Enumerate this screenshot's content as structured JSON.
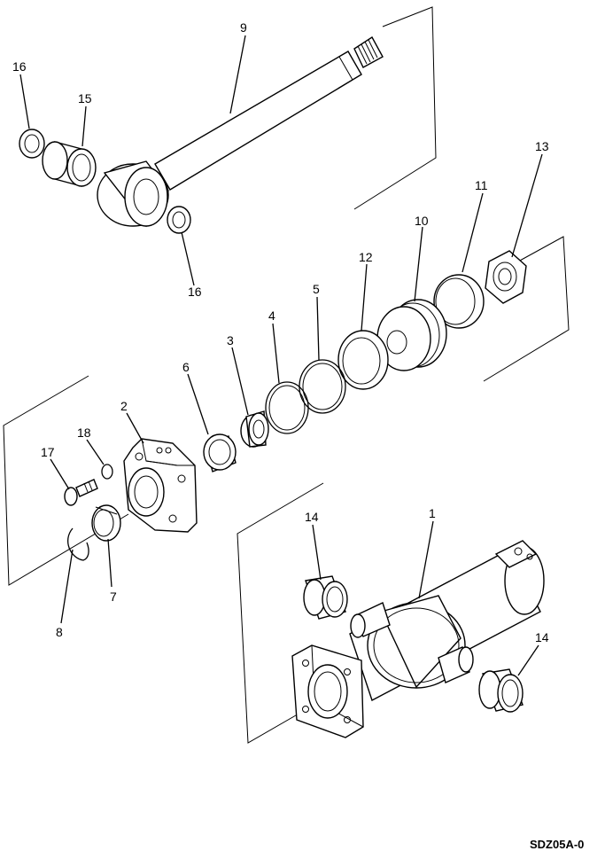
{
  "labels": {
    "p1": "1",
    "p2": "2",
    "p3": "3",
    "p4": "4",
    "p5": "5",
    "p6": "6",
    "p7": "7",
    "p8": "8",
    "p9": "9",
    "p10": "10",
    "p11": "11",
    "p12": "12",
    "p13": "13",
    "p14a": "14",
    "p14b": "14",
    "p15": "15",
    "p16a": "16",
    "p16b": "16",
    "p17": "17",
    "p18": "18"
  },
  "figure_code": "SDZ05A-0"
}
